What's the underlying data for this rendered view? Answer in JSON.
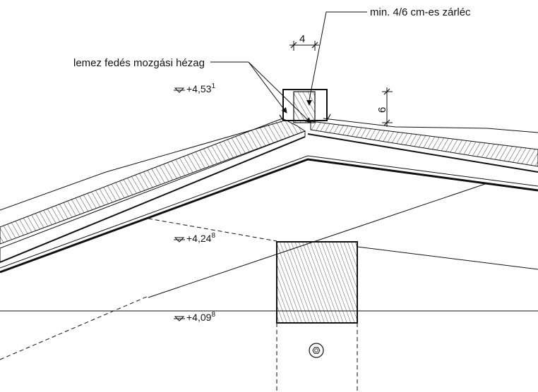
{
  "annotations": {
    "zarlec": "min. 4/6 cm-es zárléc",
    "hezag": "lemez fedés mozgási hézag"
  },
  "dimensions": {
    "width": "4",
    "height": "6"
  },
  "levels": [
    {
      "main": "+4,53",
      "sup": "1"
    },
    {
      "main": "+4,24",
      "sup": "8"
    },
    {
      "main": "+4,09",
      "sup": "8"
    }
  ]
}
